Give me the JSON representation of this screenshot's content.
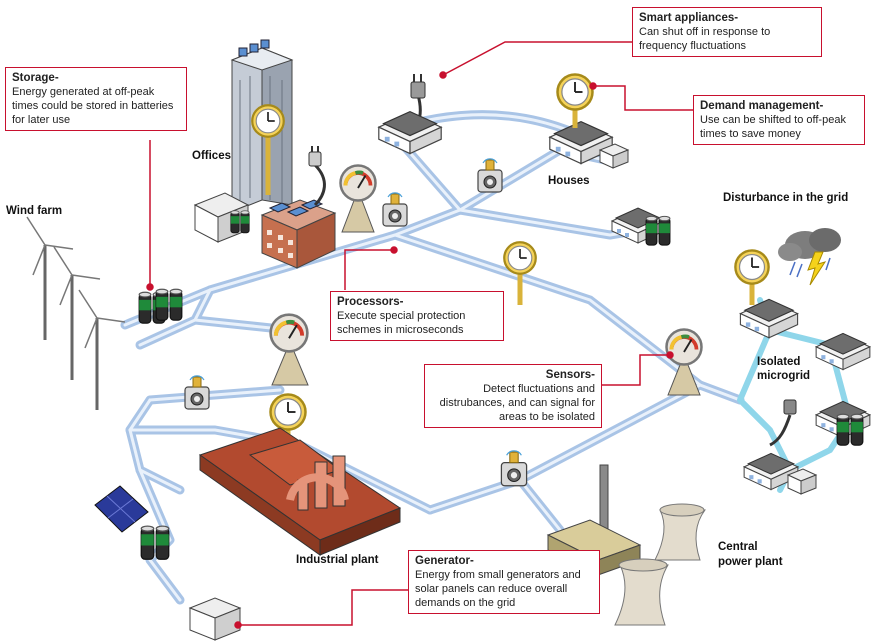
{
  "labels": {
    "offices": "Offices",
    "wind_farm": "Wind farm",
    "houses": "Houses",
    "disturbance": "Disturbance in the grid",
    "isolated_microgrid": "Isolated\nmicrogrid",
    "industrial_plant": "Industrial plant",
    "central_power_plant": "Central\npower plant"
  },
  "callouts": {
    "storage": {
      "title": "Storage-",
      "text": "Energy generated at off-peak times could be stored in batteries for later use"
    },
    "smart_appliances": {
      "title": "Smart appliances-",
      "text": "Can shut off in response to frequency fluctuations"
    },
    "demand_management": {
      "title": "Demand management-",
      "text": "Use can be shifted to off-peak times to save money"
    },
    "processors": {
      "title": "Processors-",
      "text": "Execute special protection schemes in microseconds"
    },
    "sensors": {
      "title": "Sensors-",
      "text": "Detect fluctuations and distrubances, and can signal for areas to be isolated"
    },
    "generator": {
      "title": "Generator-",
      "text": "Energy from small generators and solar panels can reduce overall demands on the grid"
    }
  },
  "colors": {
    "grid_line": "#a9c4e6",
    "grid_core": "#e9f1fb",
    "microgrid_line": "#8fd6ea",
    "callout_border": "#c8102e",
    "leader_line": "#c8102e",
    "battery_green": "#1f8a3a",
    "gauge_face": "#ffffff",
    "building_brick": "#c6704f",
    "industrial_roof": "#b24a2f"
  }
}
